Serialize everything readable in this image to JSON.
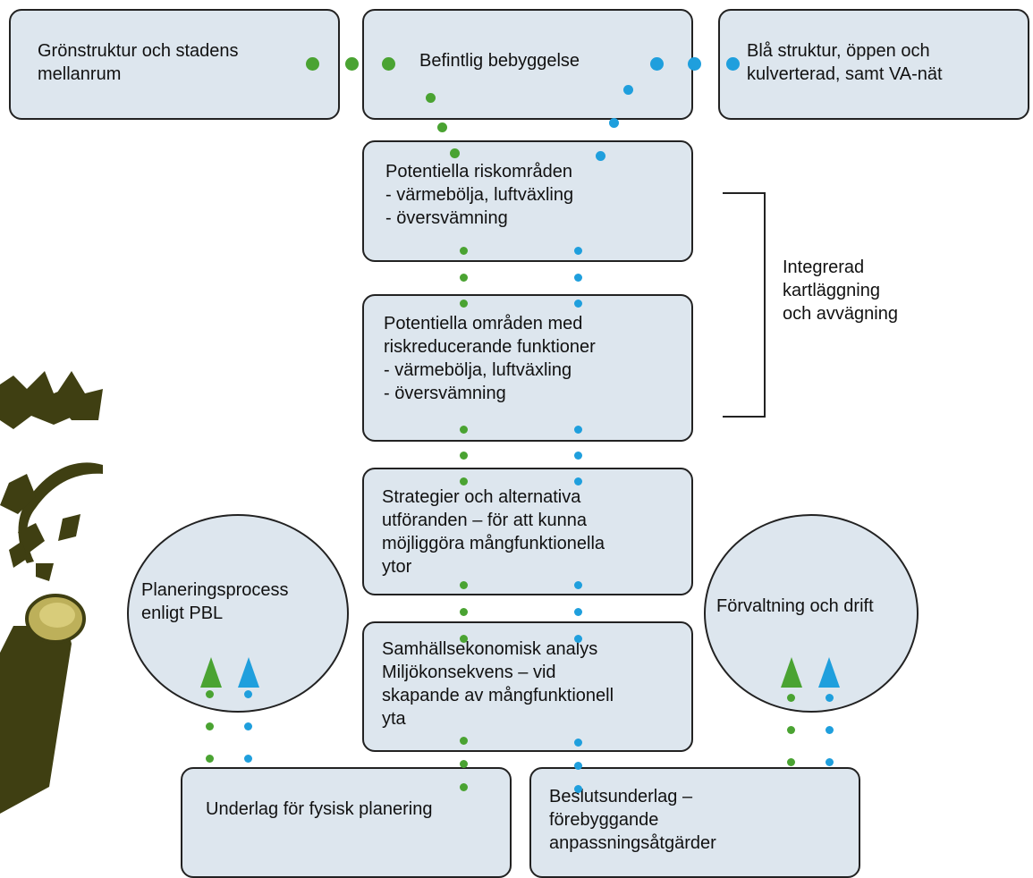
{
  "boxes": {
    "green_structure": "Grönstruktur och stadens\nmellanrum",
    "existing_buildings": "Befintlig bebyggelse",
    "blue_structure": "Blå struktur,  öppen och\nkulverterad, samt VA-nät",
    "risk_areas": "Potentiella riskområden\n- värmebölja, luftväxling\n- översvämning",
    "risk_reducing": "Potentiella områden med\nriskreducerande funktioner\n- värmebölja, luftväxling\n- översvämning",
    "strategies": "Strategier och alternativa\nutföranden –  för att kunna\nmöjliggöra mångfunktionella\nytor",
    "socioeconomic": "Samhällsekonomisk analys\nMiljökonsekvens – vid\nskapande av mångfunktionell\nyta",
    "physical_planning": "Underlag för fysisk planering",
    "decision_basis": "Beslutsunderlag –\nförebyggande\nanpassningsåtgärder"
  },
  "circles": {
    "planning_process": "Planeringsprocess\nenligt PBL",
    "management": "Förvaltning och drift"
  },
  "bracket_label": "Integrerad\nkartläggning\noch avvägning",
  "colors": {
    "green": "#4aa332",
    "blue": "#1f9fdd",
    "box_fill": "#dde6ee",
    "plant": "#3f3f12",
    "fruit": "#bdb05a"
  }
}
